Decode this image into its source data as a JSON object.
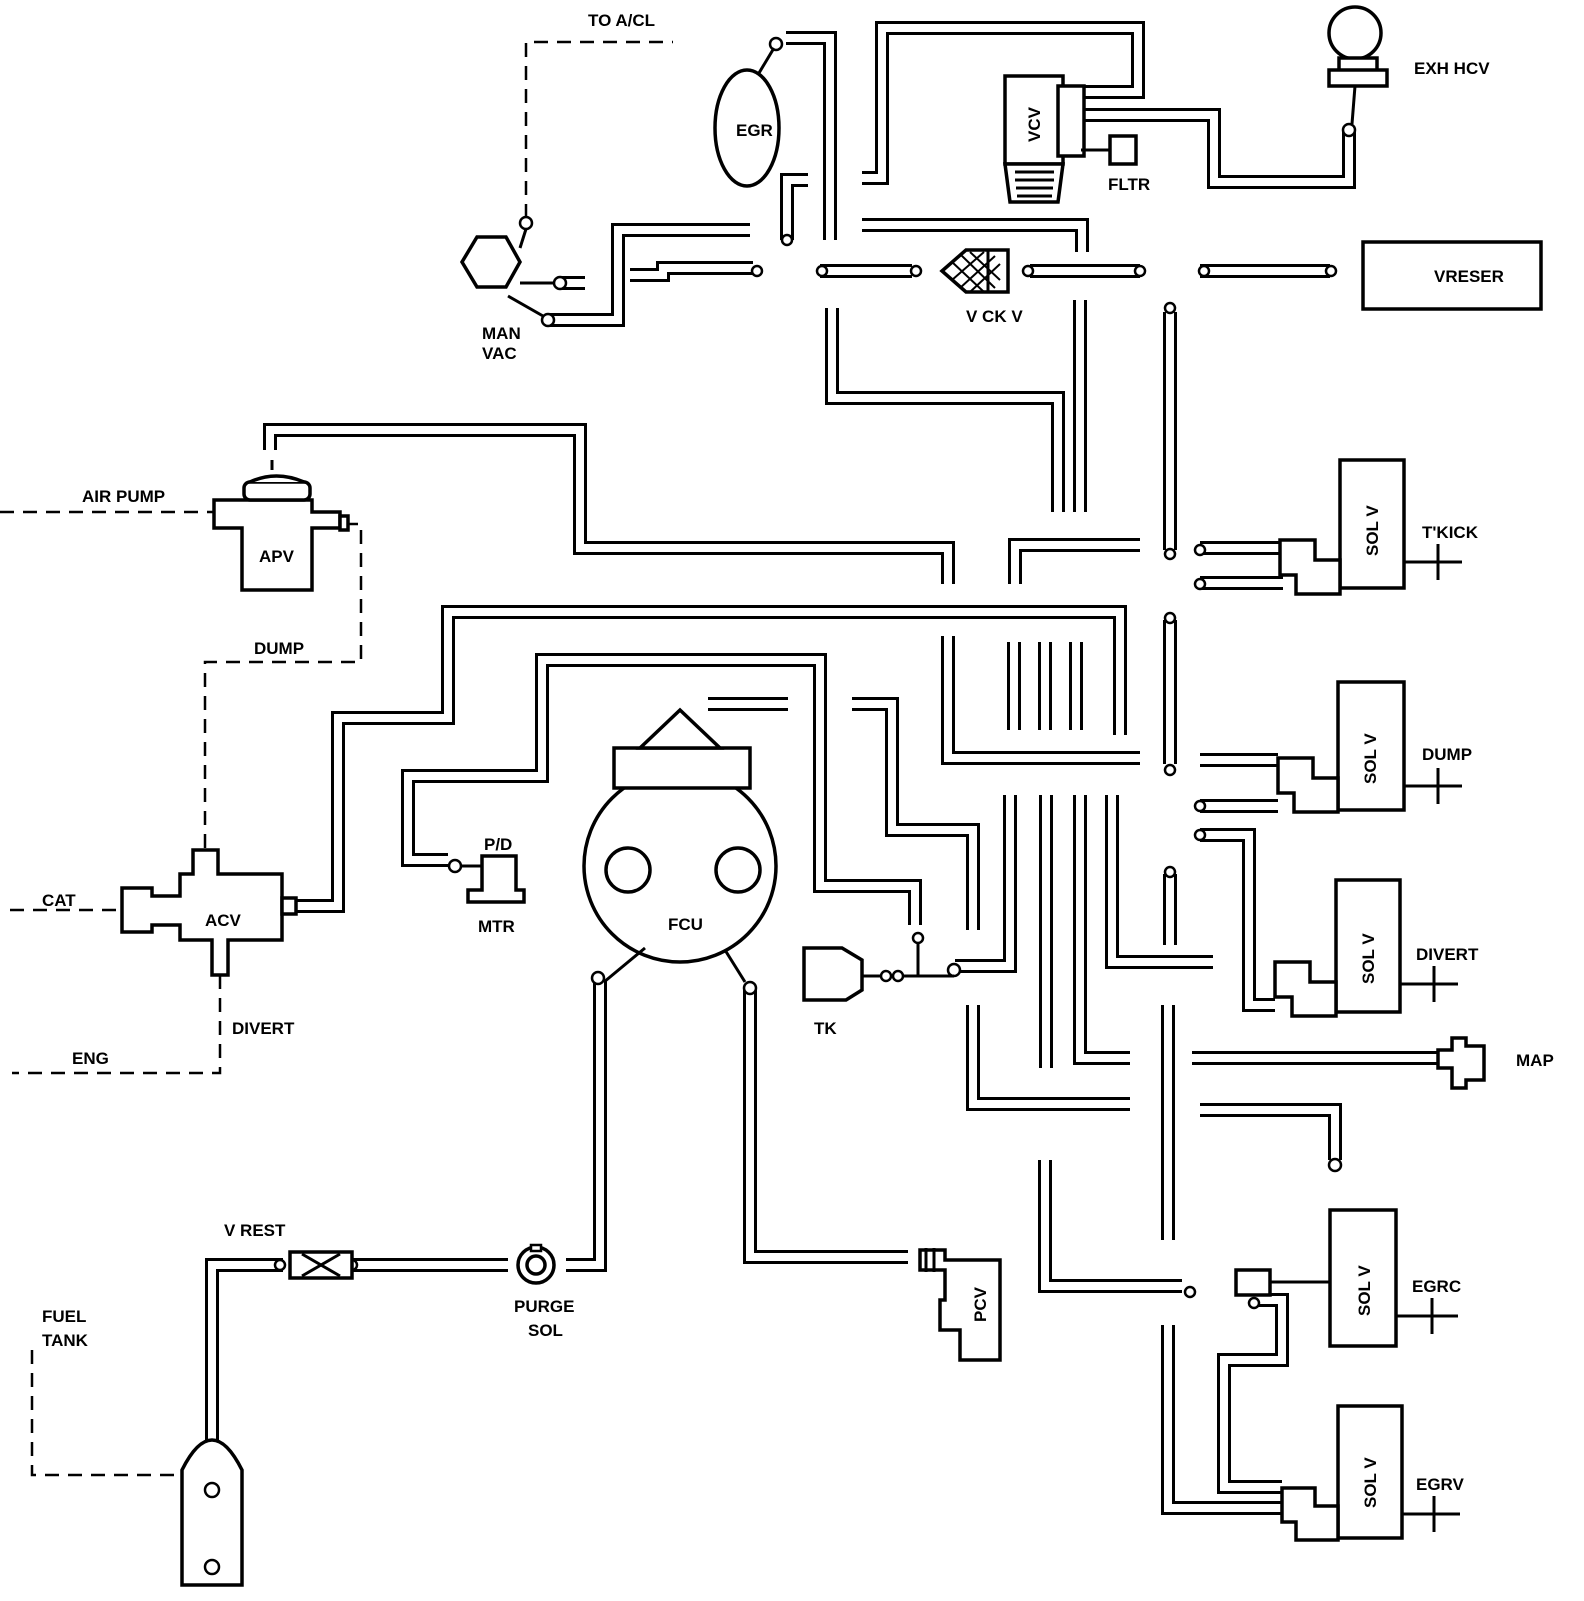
{
  "labels": {
    "to_acl": "TO A/CL",
    "egr": "EGR",
    "vcv": "VCV",
    "fltr": "FLTR",
    "exh_hcv": "EXH HCV",
    "man_vac_1": "MAN",
    "man_vac_2": "VAC",
    "v_ck_v": "V CK V",
    "vreser": "VRESER",
    "air_pump": "AIR PUMP",
    "apv": "APV",
    "dump_left": "DUMP",
    "cat": "CAT",
    "acv": "ACV",
    "divert_left": "DIVERT",
    "eng": "ENG",
    "p_d": "P/D",
    "mtr": "MTR",
    "fcu": "FCU",
    "tk": "TK",
    "v_rest": "V REST",
    "purge_sol_1": "PURGE",
    "purge_sol_2": "SOL",
    "pcv": "PCV",
    "fuel_tank_1": "FUEL",
    "fuel_tank_2": "TANK",
    "sol_v": "SOL V",
    "tkick": "T'KICK",
    "dump_right": "DUMP",
    "divert_right": "DIVERT",
    "map": "MAP",
    "egrc": "EGRC",
    "egrv": "EGRV"
  }
}
